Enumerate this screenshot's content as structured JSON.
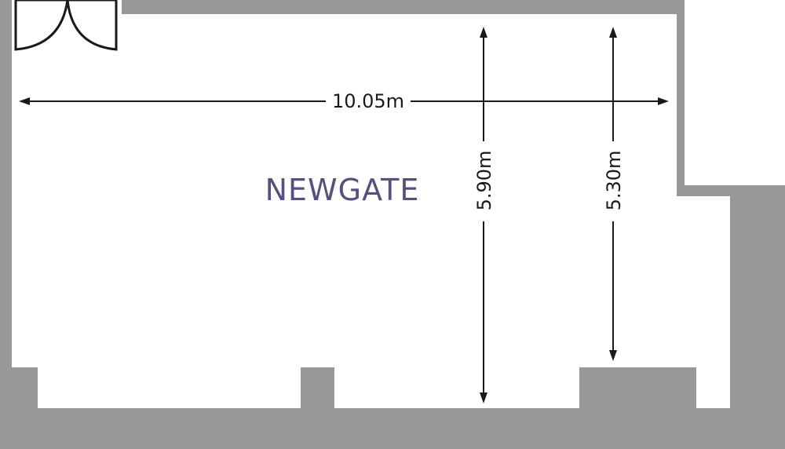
{
  "room": {
    "name": "NEWGATE"
  },
  "dimensions": {
    "width": "10.05m",
    "length_left": "5.90m",
    "length_right": "5.30m"
  },
  "colors": {
    "wall": "#989898",
    "floor": "#ffffff",
    "line": "#1a1a1a",
    "room_name": "#5a4d80"
  }
}
